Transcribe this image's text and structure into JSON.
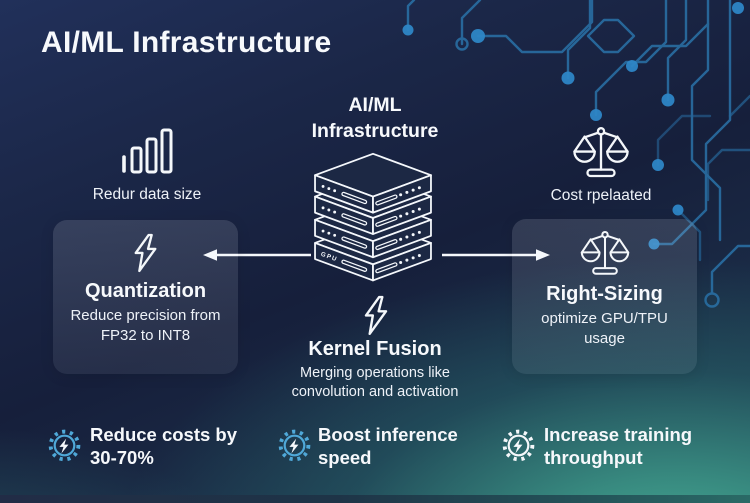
{
  "title": "AI/ML Infrastructure",
  "center": {
    "heading": "AI/ML Infrastructure",
    "server_label": "GPU"
  },
  "left_branch": {
    "icon": "bar-chart-icon",
    "label": "Redur data size",
    "card_icon": "lightning-icon",
    "card_title": "Quantization",
    "card_description": "Reduce precision from FP32 to INT8"
  },
  "right_branch": {
    "icon": "scales-icon",
    "label": "Cost rpelaated",
    "card_icon": "scales-icon",
    "card_title": "Right-Sizing",
    "card_description": "optimize GPU/TPU usage"
  },
  "bottom_branch": {
    "icon": "lightning-icon",
    "title": "Kernel Fusion",
    "description": "Merging operations like convolution and activation"
  },
  "benefits": [
    {
      "icon": "gear-bolt-icon",
      "icon_color": "#4fa8d8",
      "text": "Reduce costs by 30-70%"
    },
    {
      "icon": "gear-bolt-icon",
      "icon_color": "#4fa8d8",
      "text": "Boost inference speed"
    },
    {
      "icon": "gear-bolt-icon",
      "icon_color": "#f4f7fa",
      "text": "Increase training throughput"
    }
  ],
  "colors": {
    "background_navy": "#18233f",
    "background_teal": "#44a192",
    "circuit_line": "#2a72a8",
    "circuit_dot": "#2e86c6",
    "card_background": "rgba(255,255,255,0.09)",
    "text": "#ffffff"
  }
}
